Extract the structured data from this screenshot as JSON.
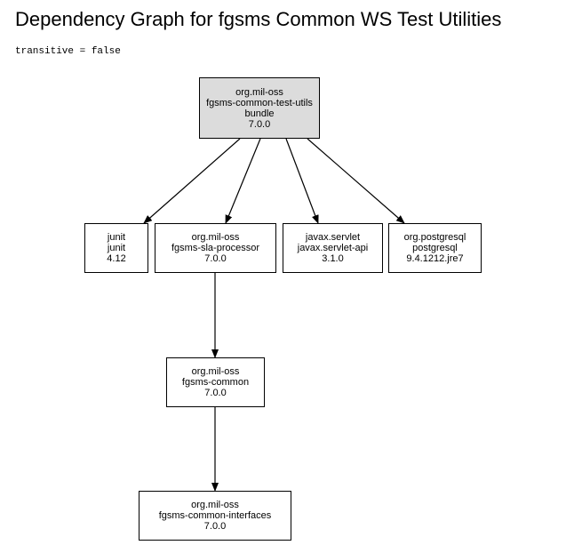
{
  "title": "Dependency Graph for fgsms Common WS Test Utilities",
  "subtitle": "transitive = false",
  "colors": {
    "root_fill": "#dcdcdc",
    "node_fill": "#ffffff",
    "stroke": "#000000"
  },
  "nodes": [
    {
      "id": "test-utils",
      "lines": [
        "org.mil-oss",
        "fgsms-common-test-utils",
        "bundle",
        "7.0.0"
      ]
    },
    {
      "id": "junit",
      "lines": [
        "junit",
        "junit",
        "4.12"
      ]
    },
    {
      "id": "sla-processor",
      "lines": [
        "org.mil-oss",
        "fgsms-sla-processor",
        "7.0.0"
      ]
    },
    {
      "id": "servlet-api",
      "lines": [
        "javax.servlet",
        "javax.servlet-api",
        "3.1.0"
      ]
    },
    {
      "id": "postgresql",
      "lines": [
        "org.postgresql",
        "postgresql",
        "9.4.1212.jre7"
      ]
    },
    {
      "id": "common",
      "lines": [
        "org.mil-oss",
        "fgsms-common",
        "7.0.0"
      ]
    },
    {
      "id": "common-interfaces",
      "lines": [
        "org.mil-oss",
        "fgsms-common-interfaces",
        "7.0.0"
      ]
    }
  ],
  "edges": [
    {
      "from": "test-utils",
      "to": "junit"
    },
    {
      "from": "test-utils",
      "to": "sla-processor"
    },
    {
      "from": "test-utils",
      "to": "servlet-api"
    },
    {
      "from": "test-utils",
      "to": "postgresql"
    },
    {
      "from": "sla-processor",
      "to": "common"
    },
    {
      "from": "common",
      "to": "common-interfaces"
    }
  ]
}
